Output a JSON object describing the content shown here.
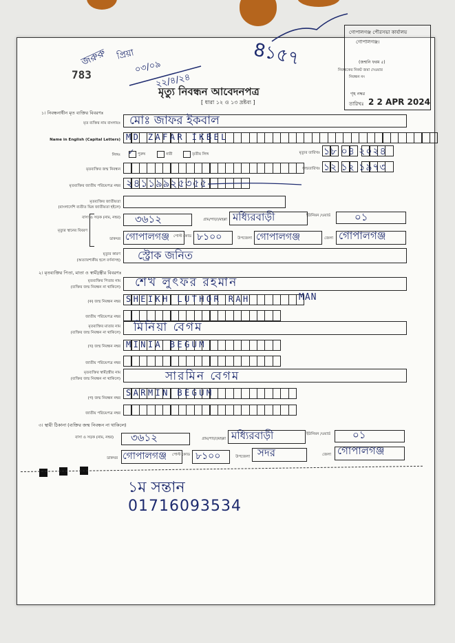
{
  "header": {
    "serial_number": "783",
    "title": "মৃত্যু নিবন্ধন আবেদনপত্র",
    "subtitle": "[ ধারা ১২ ও ১৩ দ্রষ্টব্য ]",
    "handwritten_top": "8১৫৭",
    "handwritten_annotations": [
      "জরুরু",
      "প্রিয়া",
      "০৩/০৯",
      "২২/৪/২৪"
    ]
  },
  "stamp": {
    "line1": "গোপালগঞ্জ পৌরসভা কার্যালয়",
    "line2": "গোপালগঞ্জ।",
    "form_no": "(জন্মনি ফরম ৫)",
    "note1": "নিবন্ধকের নিকট জমা দেওয়ার",
    "note2": "নিবন্ধন নং",
    "received": "গৃহ নম্বর",
    "date_label": "তারিখঃ",
    "date_value": "2 2 APR 2024"
  },
  "section1": {
    "heading": "১। নিবন্ধনাধীন মৃত ব্যক্তির বিবরণঃ",
    "name_bn_label": "মৃত ব্যক্তির নাম বাংলায়ঃ",
    "name_bn_value": "মোঃ জাফর ইকবাল",
    "name_en_label": "Name in English (Capital Letters)",
    "name_en_value": "MD ZAFAR IKBEL",
    "sex_label": "লিঙ্গঃ",
    "sex_options": [
      "পুরুষ",
      "নারী",
      "তৃতীয় লিঙ্গ"
    ],
    "death_date_label": "মৃত্যুর তারিখঃ",
    "death_date_value": "১৮ ০৪ ২০২৪",
    "birth_reg_label": "মৃতব্যক্তির জন্ম নিবন্ধন",
    "birth_date_label": "জন্মতারিখঃ",
    "birth_date_value": "১২ ১২ ১৯৭৩",
    "nid_label": "মৃতব্যক্তির জাতীয় পরিচয়পত্র নম্বর",
    "nid_value": "২৪১১৯৯২৫৩৫৫",
    "nationality_label_1": "মৃতব্যক্তির জাতীয়তা",
    "nationality_label_2": "(বাংলাদেশি ব্যতীত ভিন্ন জাতীয়তা হইলে)",
    "place_label": "মৃত্যুর স্থানের বিবরণ",
    "house_label": "বাসা ও সড়ক (নাম, নম্বর)",
    "house_value": "৩৬১২",
    "village_label": "গ্রাম/পাড়া/মহল্লা",
    "village_value": "মধ্যিরবাড়ী",
    "ward_label": "ইউনিয়ন /ওয়ার্ড",
    "ward_value": "০১",
    "post_label": "ডাকঘর",
    "post_value": "গোপালগঞ্জ",
    "postcode_label": "পোস্ট কোড",
    "postcode_value": "৮১০০",
    "upazila_label": "উপজেলা",
    "upazila_value": "গোপালগঞ্জ",
    "district_label": "জেলা",
    "district_value": "গোপালগঞ্জ",
    "cause_label_1": "মৃত্যুর কারণ",
    "cause_label_2": "(অত্যাবশ্যকীয় হলে বর্ণনাসহ)",
    "cause_value": "স্ট্রোক জনিত"
  },
  "section2": {
    "heading": "২। মৃতব্যক্তির পিতা, মাতা ও স্বামী/স্ত্রীর বিবরণঃ",
    "father_label_1": "মৃতব্যক্তির পিতার নাম",
    "father_label_2": "(ব্যক্তির জন্ম নিবন্ধন না থাকিলে)",
    "father_value": "শেখ লুৎফর রহমান",
    "father_reg_label": "(ক) জন্ম নিবন্ধন নম্বর",
    "father_en_value": "SHEIKH LUTHOR RAH",
    "father_en_overflow": "MAN",
    "father_nid_label": "জাতীয় পরিচয়পত্র নম্বর",
    "mother_label_1": "মৃতব্যক্তির মাতার নাম",
    "mother_label_2": "(ব্যক্তির জন্ম নিবন্ধন না থাকিলে)",
    "mother_value": "মিনিয়া বেগম",
    "mother_reg_label": "(খ) জন্ম নিবন্ধন নম্বর",
    "mother_en_value": "MINIA BEGUM",
    "mother_nid_label": "জাতীয় পরিচয়পত্র নম্বর",
    "spouse_label_1": "মৃতব্যক্তির স্বামী/স্ত্রীর নাম",
    "spouse_label_2": "(ব্যক্তির জন্ম নিবন্ধন না থাকিলে)",
    "spouse_value": "সারমিন বেগম",
    "spouse_reg_label": "(গ) জন্ম নিবন্ধন নম্বর",
    "spouse_en_value": "SARMIN BEGUM",
    "spouse_nid_label": "জাতীয় পরিচয়পত্র নম্বর"
  },
  "section3": {
    "heading": "৩। স্থায়ী ঠিকানা (ব্যক্তির জন্ম নিবন্ধন না থাকিলে)",
    "house_label": "বাসা ও সড়ক (নাম, নম্বর)",
    "house_value": "৩৬১২",
    "village_label": "গ্রাম/পাড়া/মহল্লা",
    "village_value": "মধ্যিরবাড়ী",
    "ward_label": "ইউনিয়ন /ওয়ার্ড",
    "ward_value": "০১",
    "post_label": "ডাকঘর",
    "post_value": "গোপালগঞ্জ",
    "postcode_label": "পোস্ট কোড",
    "postcode_value": "৮১০০",
    "upazila_label": "উপজেলা",
    "upazila_value": "সদর",
    "district_label": "জেলা",
    "district_value": "গোপালগঞ্জ"
  },
  "footer": {
    "note_line1": "১ম সন্তান",
    "note_line2": "01716093534"
  }
}
